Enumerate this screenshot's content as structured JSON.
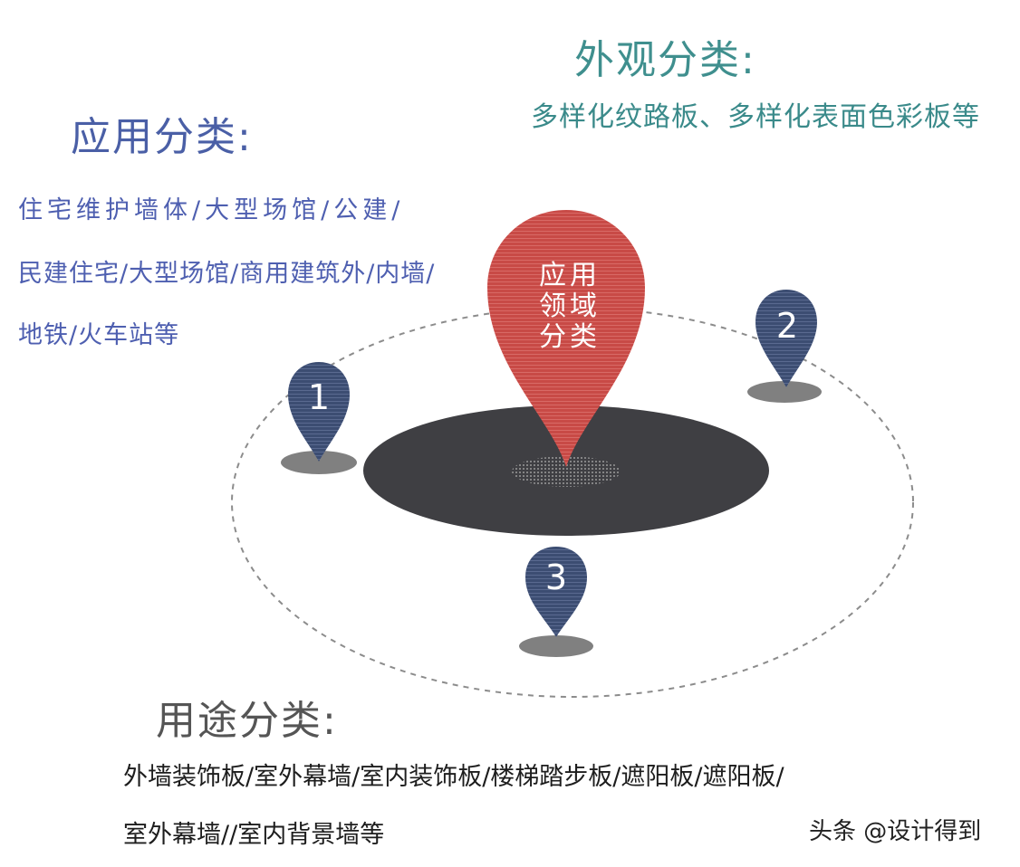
{
  "appearance": {
    "title": "外观分类:",
    "description": "多样化纹路板、多样化表面色彩板等"
  },
  "application": {
    "title": "应用分类:",
    "lines": [
      "住宅维护墙体/大型场馆/公建/",
      "民建住宅/大型场馆/商用建筑外/内墙/",
      "地铁/火车站等"
    ]
  },
  "usage": {
    "title": "用途分类:",
    "lines": [
      "外墙装饰板/室外幕墙/室内装饰板/楼梯踏步板/遮阳板/遮阳板/",
      "室外幕墙//室内背景墙等"
    ]
  },
  "center_pin": {
    "lines": [
      "应用",
      "领域",
      "分类"
    ]
  },
  "pins": [
    {
      "label": "1"
    },
    {
      "label": "2"
    },
    {
      "label": "3"
    }
  ],
  "watermark": "头条 @设计得到",
  "colors": {
    "center_pin": "#c84a46",
    "small_pin": "#3c4d72",
    "platform": "#3f3f43",
    "shadow": "#808080",
    "orbit": "#8c8c8c"
  }
}
